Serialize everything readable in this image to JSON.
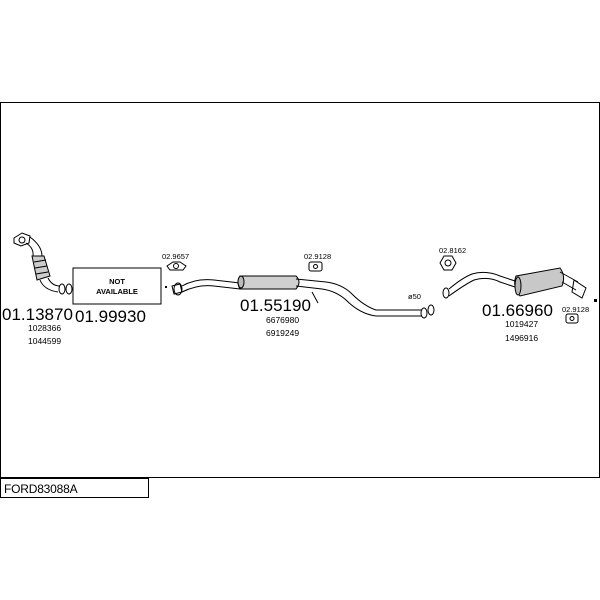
{
  "reference": "FORD83088A",
  "not_available": {
    "line1": "NOT",
    "line2": "AVAILABLE"
  },
  "parts": [
    {
      "number": "01.13870",
      "oem": [
        "1028366",
        "1044599"
      ]
    },
    {
      "number": "01.99930",
      "oem": []
    },
    {
      "number": "01.55190",
      "oem": [
        "6676980",
        "6919249"
      ]
    },
    {
      "number": "01.66960",
      "oem": [
        "1019427",
        "1496916"
      ]
    }
  ],
  "fittings": {
    "clamp_front": "02.9657",
    "hanger_mid": "02.9128",
    "clamp_rear": "02.8162",
    "hanger_rear": "02.9128"
  },
  "diameter_label": "ø50"
}
